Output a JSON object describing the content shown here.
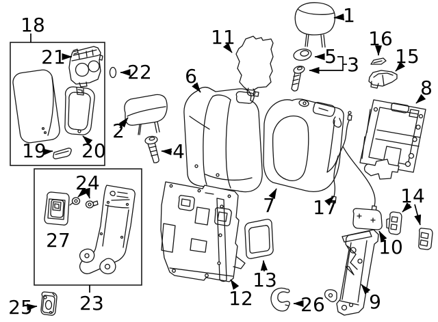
{
  "diagram": {
    "type": "exploded-parts-diagram",
    "background_color": "#ffffff",
    "line_color": "#141414",
    "label_color": "#000000",
    "labels": [
      {
        "num": "1"
      },
      {
        "num": "2"
      },
      {
        "num": "3"
      },
      {
        "num": "4"
      },
      {
        "num": "5"
      },
      {
        "num": "6"
      },
      {
        "num": "7"
      },
      {
        "num": "8"
      },
      {
        "num": "9"
      },
      {
        "num": "10"
      },
      {
        "num": "11"
      },
      {
        "num": "12"
      },
      {
        "num": "13"
      },
      {
        "num": "14"
      },
      {
        "num": "15"
      },
      {
        "num": "16"
      },
      {
        "num": "17"
      },
      {
        "num": "18"
      },
      {
        "num": "19"
      },
      {
        "num": "20"
      },
      {
        "num": "21"
      },
      {
        "num": "22"
      },
      {
        "num": "23"
      },
      {
        "num": "24"
      },
      {
        "num": "25"
      },
      {
        "num": "26"
      },
      {
        "num": "27"
      }
    ]
  }
}
